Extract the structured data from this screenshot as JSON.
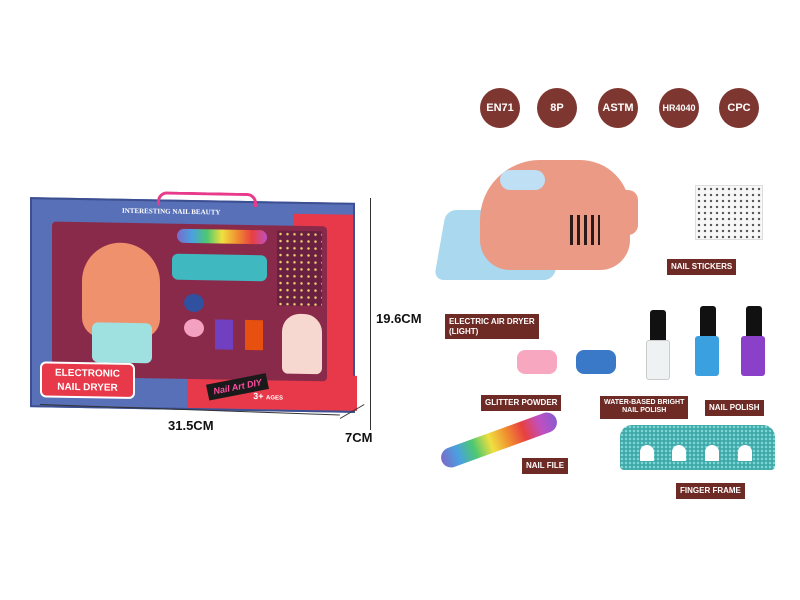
{
  "certifications": [
    "EN71",
    "8P",
    "ASTM",
    "HR4040",
    "CPC"
  ],
  "badge_color": "#7d3730",
  "package": {
    "header_text": "INTERESTING NAIL BEAUTY",
    "product_name_line1": "ELECTRONIC",
    "product_name_line2": "NAIL DRYER",
    "logo_text": "Nail Art DIY",
    "age_label": "3+",
    "age_sub": "AGES"
  },
  "dimensions": {
    "width": "31.5CM",
    "height": "19.6CM",
    "depth": "7CM"
  },
  "components": {
    "dryer": "ELECTRIC AIR DRYER",
    "dryer_sub": "(LIGHT)",
    "stickers": "NAIL STICKERS",
    "glitter": "GLITTER POWDER",
    "clear_polish_line1": "WATER-BASED BRIGHT",
    "clear_polish_line2": "NAIL POLISH",
    "polish": "NAIL POLISH",
    "file": "NAIL FILE",
    "frame": "FINGER FRAME"
  },
  "label_color": "#6e2a24"
}
